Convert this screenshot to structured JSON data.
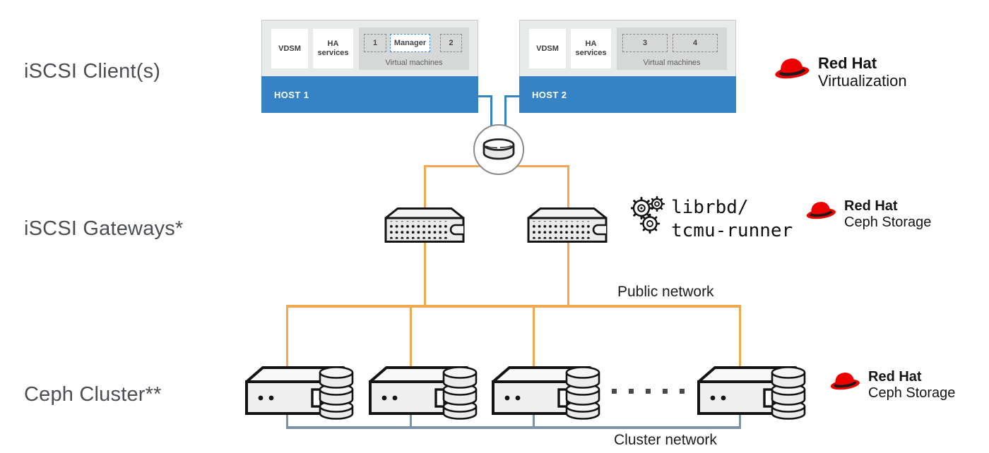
{
  "colors": {
    "host_blue": "#3583c5",
    "public_network_orange": "#f3a74f",
    "cluster_network_slate": "#7e94a6",
    "redhat_red": "#ee0000"
  },
  "row_labels": {
    "clients": "iSCSI Client(s)",
    "gateways": "iSCSI Gateways*",
    "ceph_cluster": "Ceph Cluster**"
  },
  "hosts": [
    {
      "name": "HOST 1",
      "vdsm_label": "VDSM",
      "ha_line1": "HA",
      "ha_line2": "services",
      "vm_group_label": "Virtual machines",
      "vms": [
        "1",
        "Manager",
        "2"
      ]
    },
    {
      "name": "HOST 2",
      "vdsm_label": "VDSM",
      "ha_line1": "HA",
      "ha_line2": "services",
      "vm_group_label": "Virtual machines",
      "vms": [
        "3",
        "4"
      ]
    }
  ],
  "gateway_software": {
    "line1": "librbd/",
    "line2": "tcmu-runner"
  },
  "network_labels": {
    "public": "Public network",
    "cluster": "Cluster network"
  },
  "logos": {
    "virtualization": {
      "brand": "Red Hat",
      "product": "Virtualization"
    },
    "ceph_gateways": {
      "brand": "Red Hat",
      "product": "Ceph Storage"
    },
    "ceph_cluster": {
      "brand": "Red Hat",
      "product": "Ceph Storage"
    }
  },
  "icons": {
    "fedora-hat-icon": "red fedora (Red Hat logo)",
    "gears-icon": "three outlined gears",
    "disk-icon": "single disk cylinder in circle",
    "gateway-server-icon": "rack server with vent dots",
    "ceph-node-icon": "server with stacked database disks"
  }
}
